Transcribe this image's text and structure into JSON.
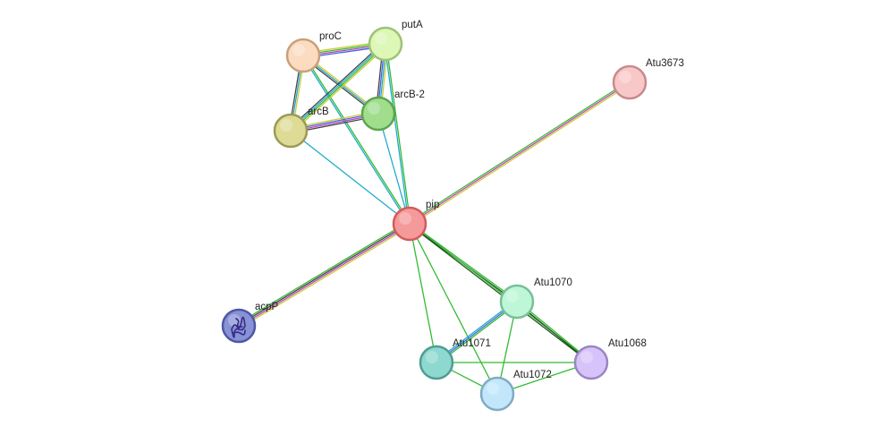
{
  "network": {
    "nodes": [
      {
        "id": "pip",
        "label": "pip",
        "fill": "#f59a9a",
        "stroke": "#d35a5a"
      },
      {
        "id": "proC",
        "label": "proC",
        "fill": "#fbdcc0",
        "stroke": "#c9a07a"
      },
      {
        "id": "putA",
        "label": "putA",
        "fill": "#ddf7b6",
        "stroke": "#9dc276"
      },
      {
        "id": "arcB",
        "label": "arcB",
        "fill": "#dedb96",
        "stroke": "#9c9a52"
      },
      {
        "id": "arcB-2",
        "label": "arcB-2",
        "fill": "#a0de8e",
        "stroke": "#5ea54c"
      },
      {
        "id": "Atu3673",
        "label": "Atu3673",
        "fill": "#f8c8c8",
        "stroke": "#c88a8a"
      },
      {
        "id": "acpP",
        "label": "acpP",
        "fill": "#8892d6",
        "stroke": "#4f58a3",
        "icon": "protein-structure-icon"
      },
      {
        "id": "Atu1070",
        "label": "Atu1070",
        "fill": "#bdf7d7",
        "stroke": "#79bf98"
      },
      {
        "id": "Atu1071",
        "label": "Atu1071",
        "fill": "#8dd8cf",
        "stroke": "#4f9c93"
      },
      {
        "id": "Atu1068",
        "label": "Atu1068",
        "fill": "#d7c2fa",
        "stroke": "#9a86c2"
      },
      {
        "id": "Atu1072",
        "label": "Atu1072",
        "fill": "#c3e7fa",
        "stroke": "#82aac2"
      }
    ],
    "edges": [
      {
        "source": "pip",
        "target": "Atu3673",
        "colors": [
          "#33bb33",
          "#bb44bb",
          "#cccc33"
        ]
      },
      {
        "source": "pip",
        "target": "acpP",
        "colors": [
          "#cccc33",
          "#bb44bb",
          "#444444",
          "#33bb33"
        ]
      },
      {
        "source": "pip",
        "target": "arcB",
        "colors": [
          "#22aacc"
        ]
      },
      {
        "source": "pip",
        "target": "proC",
        "colors": [
          "#22aacc",
          "#33bb33"
        ]
      },
      {
        "source": "pip",
        "target": "putA",
        "colors": [
          "#22aacc",
          "#33bb33"
        ]
      },
      {
        "source": "pip",
        "target": "arcB-2",
        "colors": [
          "#22aacc"
        ]
      },
      {
        "source": "pip",
        "target": "Atu1070",
        "colors": [
          "#33bb33",
          "#225522"
        ]
      },
      {
        "source": "pip",
        "target": "Atu1068",
        "colors": [
          "#33bb33",
          "#225522"
        ]
      },
      {
        "source": "pip",
        "target": "Atu1071",
        "colors": [
          "#33bb33"
        ]
      },
      {
        "source": "pip",
        "target": "Atu1072",
        "colors": [
          "#33bb33"
        ]
      },
      {
        "source": "proC",
        "target": "putA",
        "colors": [
          "#cccc33",
          "#33bb33",
          "#bb44bb",
          "#4466dd"
        ]
      },
      {
        "source": "proC",
        "target": "arcB",
        "colors": [
          "#cccc33",
          "#22aacc",
          "#444444"
        ]
      },
      {
        "source": "proC",
        "target": "arcB-2",
        "colors": [
          "#cccc33",
          "#22aacc",
          "#444444"
        ]
      },
      {
        "source": "putA",
        "target": "arcB",
        "colors": [
          "#cccc33",
          "#33bb33",
          "#22aacc",
          "#444444"
        ]
      },
      {
        "source": "putA",
        "target": "arcB-2",
        "colors": [
          "#cccc33",
          "#22aacc",
          "#4466dd",
          "#444444"
        ]
      },
      {
        "source": "arcB",
        "target": "arcB-2",
        "colors": [
          "#cccc33",
          "#4466dd",
          "#bb44bb",
          "#444444"
        ]
      },
      {
        "source": "Atu1070",
        "target": "Atu1071",
        "colors": [
          "#33bb33",
          "#4466dd",
          "#22aacc"
        ]
      },
      {
        "source": "Atu1070",
        "target": "Atu1068",
        "colors": [
          "#33bb33",
          "#225522"
        ]
      },
      {
        "source": "Atu1070",
        "target": "Atu1072",
        "colors": [
          "#33bb33"
        ]
      },
      {
        "source": "Atu1071",
        "target": "Atu1068",
        "colors": [
          "#33bb33"
        ]
      },
      {
        "source": "Atu1071",
        "target": "Atu1072",
        "colors": [
          "#33bb33"
        ]
      },
      {
        "source": "Atu1068",
        "target": "Atu1072",
        "colors": [
          "#33bb33"
        ]
      }
    ]
  }
}
